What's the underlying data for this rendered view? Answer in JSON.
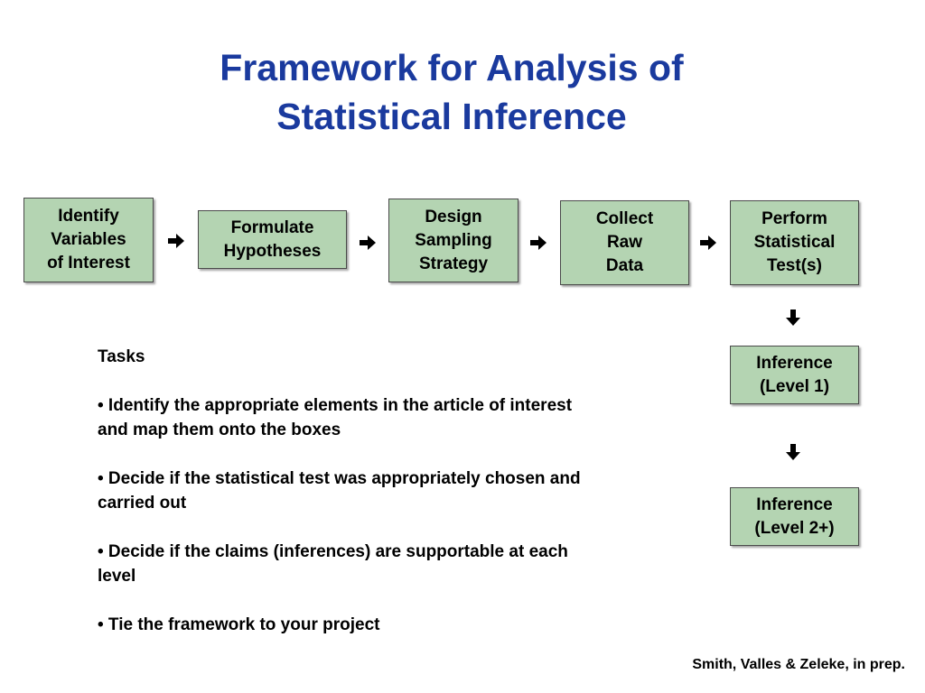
{
  "slide": {
    "title": [
      "Framework for Analysis of",
      "Statistical Inference"
    ],
    "flow_boxes": [
      {
        "lines": [
          "Identify",
          "Variables",
          "of Interest"
        ]
      },
      {
        "lines": [
          "Formulate",
          "Hypotheses"
        ]
      },
      {
        "lines": [
          "Design",
          "Sampling",
          "Strategy"
        ]
      },
      {
        "lines": [
          "Collect",
          "Raw",
          "Data"
        ]
      },
      {
        "lines": [
          "Perform",
          "Statistical",
          "Test(s)"
        ]
      }
    ],
    "inference_boxes": [
      {
        "lines": [
          "Inference",
          "(Level 1)"
        ]
      },
      {
        "lines": [
          "Inference",
          "(Level 2+)"
        ]
      }
    ],
    "tasks": {
      "heading": "Tasks",
      "items": [
        "• Identify the appropriate elements in the article of interest and map them onto the boxes",
        "• Decide if the statistical test was appropriately chosen and carried out",
        "• Decide if the claims (inferences) are supportable at each level",
        "• Tie the framework to your project"
      ]
    },
    "citation": "Smith, Valles & Zeleke, in prep.",
    "icons": {
      "right_arrow": "arrow-right-icon",
      "down_arrow": "arrow-down-icon"
    },
    "colors": {
      "title": "#1a3a9e",
      "box_fill": "#b4d4b2",
      "box_border": "#4a4a4a",
      "text": "#000000"
    }
  }
}
